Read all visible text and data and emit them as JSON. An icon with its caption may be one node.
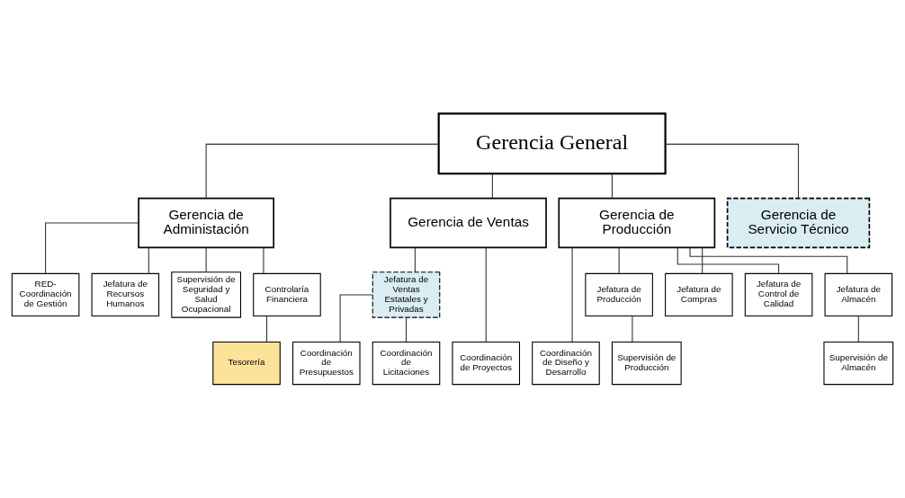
{
  "diagram": {
    "nodes": [
      {
        "text": [
          "Gerencia General"
        ]
      },
      {
        "text": [
          "Gerencia de Administación"
        ]
      },
      {
        "text": [
          "Gerencia de Ventas"
        ]
      },
      {
        "text": [
          "Gerencia de Producción"
        ]
      },
      {
        "text": [
          "Gerencia de Servicio Técnico"
        ]
      },
      {
        "text": [
          "RED-Coordinación de Gestión"
        ]
      },
      {
        "text": [
          "Jefatura de Recursos Humanos"
        ]
      },
      {
        "text": [
          "Supervisión de Seguridad y Salud Ocupacional"
        ]
      },
      {
        "text": [
          "Controlaría Financiera"
        ]
      },
      {
        "text": [
          "Jefatura de Ventas Estatales y Privadas"
        ]
      },
      {
        "text": [
          "Coordinación de Diseño y Desarrollo"
        ]
      },
      {
        "text": [
          "Jefatura de Producción"
        ]
      },
      {
        "text": [
          "Jefatura de Compras"
        ]
      },
      {
        "text": [
          "Jefatura de Control de Calidad"
        ]
      },
      {
        "text": [
          "Jefatura de Almacén"
        ]
      },
      {
        "text": [
          "Tesorería"
        ]
      },
      {
        "text": [
          "Coordinación de Presupuestos"
        ]
      },
      {
        "text": [
          "Coordinación de Licitaciones"
        ]
      },
      {
        "text": [
          "Coordinación de Proyectos"
        ]
      },
      {
        "text": [
          "Supervisión de Producción"
        ]
      },
      {
        "text": [
          "Supervisión de Almacén"
        ]
      }
    ],
    "edges": [
      {
        "from": 0,
        "to": 1,
        "arrow": "none"
      },
      {
        "from": 0,
        "to": 2,
        "arrow": "none"
      },
      {
        "from": 0,
        "to": 3,
        "arrow": "none"
      },
      {
        "from": 0,
        "to": 4,
        "arrow": "none"
      },
      {
        "from": 1,
        "to": 5,
        "arrow": "none"
      },
      {
        "from": 1,
        "to": 6,
        "arrow": "none"
      },
      {
        "from": 1,
        "to": 7,
        "arrow": "none"
      },
      {
        "from": 1,
        "to": 8,
        "arrow": "none"
      },
      {
        "from": 8,
        "to": 15,
        "arrow": "none"
      },
      {
        "from": 2,
        "to": 9,
        "arrow": "none"
      },
      {
        "from": 2,
        "to": 18,
        "arrow": "none"
      },
      {
        "from": 9,
        "to": 16,
        "arrow": "none"
      },
      {
        "from": 9,
        "to": 17,
        "arrow": "none"
      },
      {
        "from": 3,
        "to": 10,
        "arrow": "none"
      },
      {
        "from": 3,
        "to": 11,
        "arrow": "none"
      },
      {
        "from": 3,
        "to": 12,
        "arrow": "none"
      },
      {
        "from": 3,
        "to": 13,
        "arrow": "none"
      },
      {
        "from": 3,
        "to": 14,
        "arrow": "none"
      },
      {
        "from": 11,
        "to": 19,
        "arrow": "none"
      },
      {
        "from": 14,
        "to": 20,
        "arrow": "none"
      }
    ]
  }
}
